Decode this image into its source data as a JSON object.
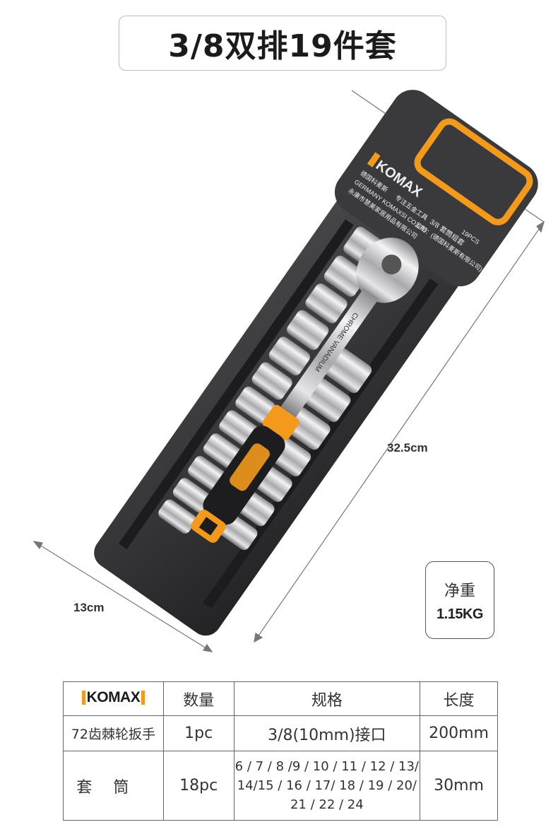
{
  "title": "3/8双排19件套",
  "tray": {
    "brand": "KOMAX",
    "brand_cn": "德国科麦斯",
    "tagline": "专注五金工具",
    "company_en": "GERMANY KOMAXSI CO.LTD",
    "supervision": "监制：(德国科麦斯有限公司)",
    "maker": "永康市慧美家居用品有限公司",
    "set_name": "3/8 套筒组套",
    "pcs": "19PCS",
    "handle_text": "CHROME VANADIUM"
  },
  "dimensions": {
    "length": "32.5cm",
    "width": "13cm"
  },
  "weight": {
    "label": "净重",
    "value": "1.15KG"
  },
  "spec_table": {
    "brand": "KOMAX",
    "headers": [
      "数量",
      "规格",
      "长度"
    ],
    "rows": [
      {
        "name": "72齿棘轮扳手",
        "qty": "1pc",
        "spec": "3/8(10mm)接口",
        "length": "200mm"
      },
      {
        "name": "套筒",
        "qty": "18pc",
        "spec_lines": [
          "6 / 7 / 8 /9 / 10 / 11 / 12 / 13/",
          "14/15 / 16 / 17/ 18 / 19 / 20/",
          "21 / 22 / 24"
        ],
        "length": "30mm"
      }
    ]
  },
  "colors": {
    "accent": "#f39a1c",
    "tray": "#2e2e30",
    "chrome": "#c9c9cc"
  }
}
